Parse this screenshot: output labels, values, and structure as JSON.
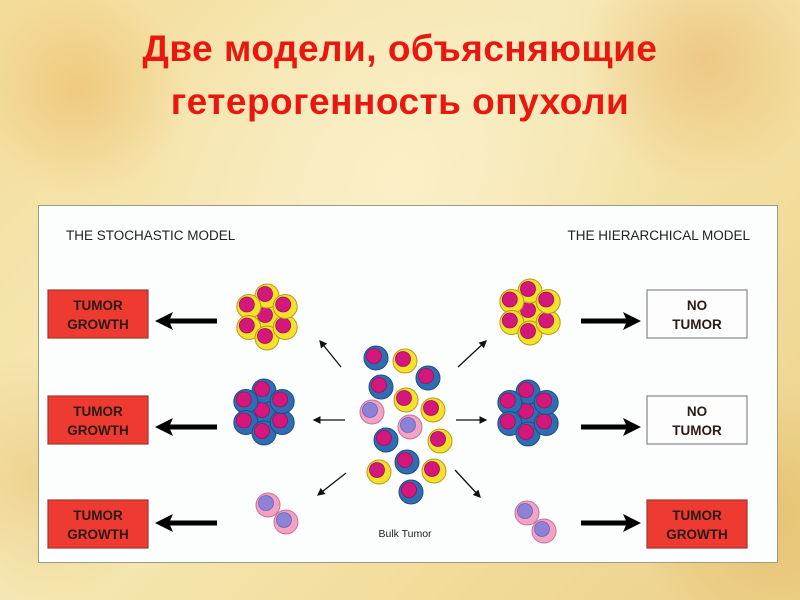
{
  "slide": {
    "title_line1": "Две модели, объясняющие",
    "title_line2": "гетерогенность опухоли"
  },
  "diagram": {
    "left_heading": "THE STOCHASTIC MODEL",
    "right_heading": "THE HIERARCHICAL MODEL",
    "center_label": "Bulk Tumor",
    "left_outcomes": [
      {
        "line1": "TUMOR",
        "line2": "GROWTH",
        "type": "growth"
      },
      {
        "line1": "TUMOR",
        "line2": "GROWTH",
        "type": "growth"
      },
      {
        "line1": "TUMOR",
        "line2": "GROWTH",
        "type": "growth"
      }
    ],
    "right_outcomes": [
      {
        "line1": "NO",
        "line2": "TUMOR",
        "type": "none"
      },
      {
        "line1": "NO",
        "line2": "TUMOR",
        "type": "none"
      },
      {
        "line1": "TUMOR",
        "line2": "GROWTH",
        "type": "growth"
      }
    ],
    "cell_types": [
      "yellow",
      "blue",
      "pink"
    ],
    "colors": {
      "yellow_outer": "#f4e12a",
      "blue_outer": "#2f6db3",
      "pink_outer": "#f2a2c4",
      "nucleus": "#d5177c",
      "pink_nucleus": "#8c82d6",
      "growth_box": "#ee3a30",
      "title": "#e8170f"
    }
  }
}
